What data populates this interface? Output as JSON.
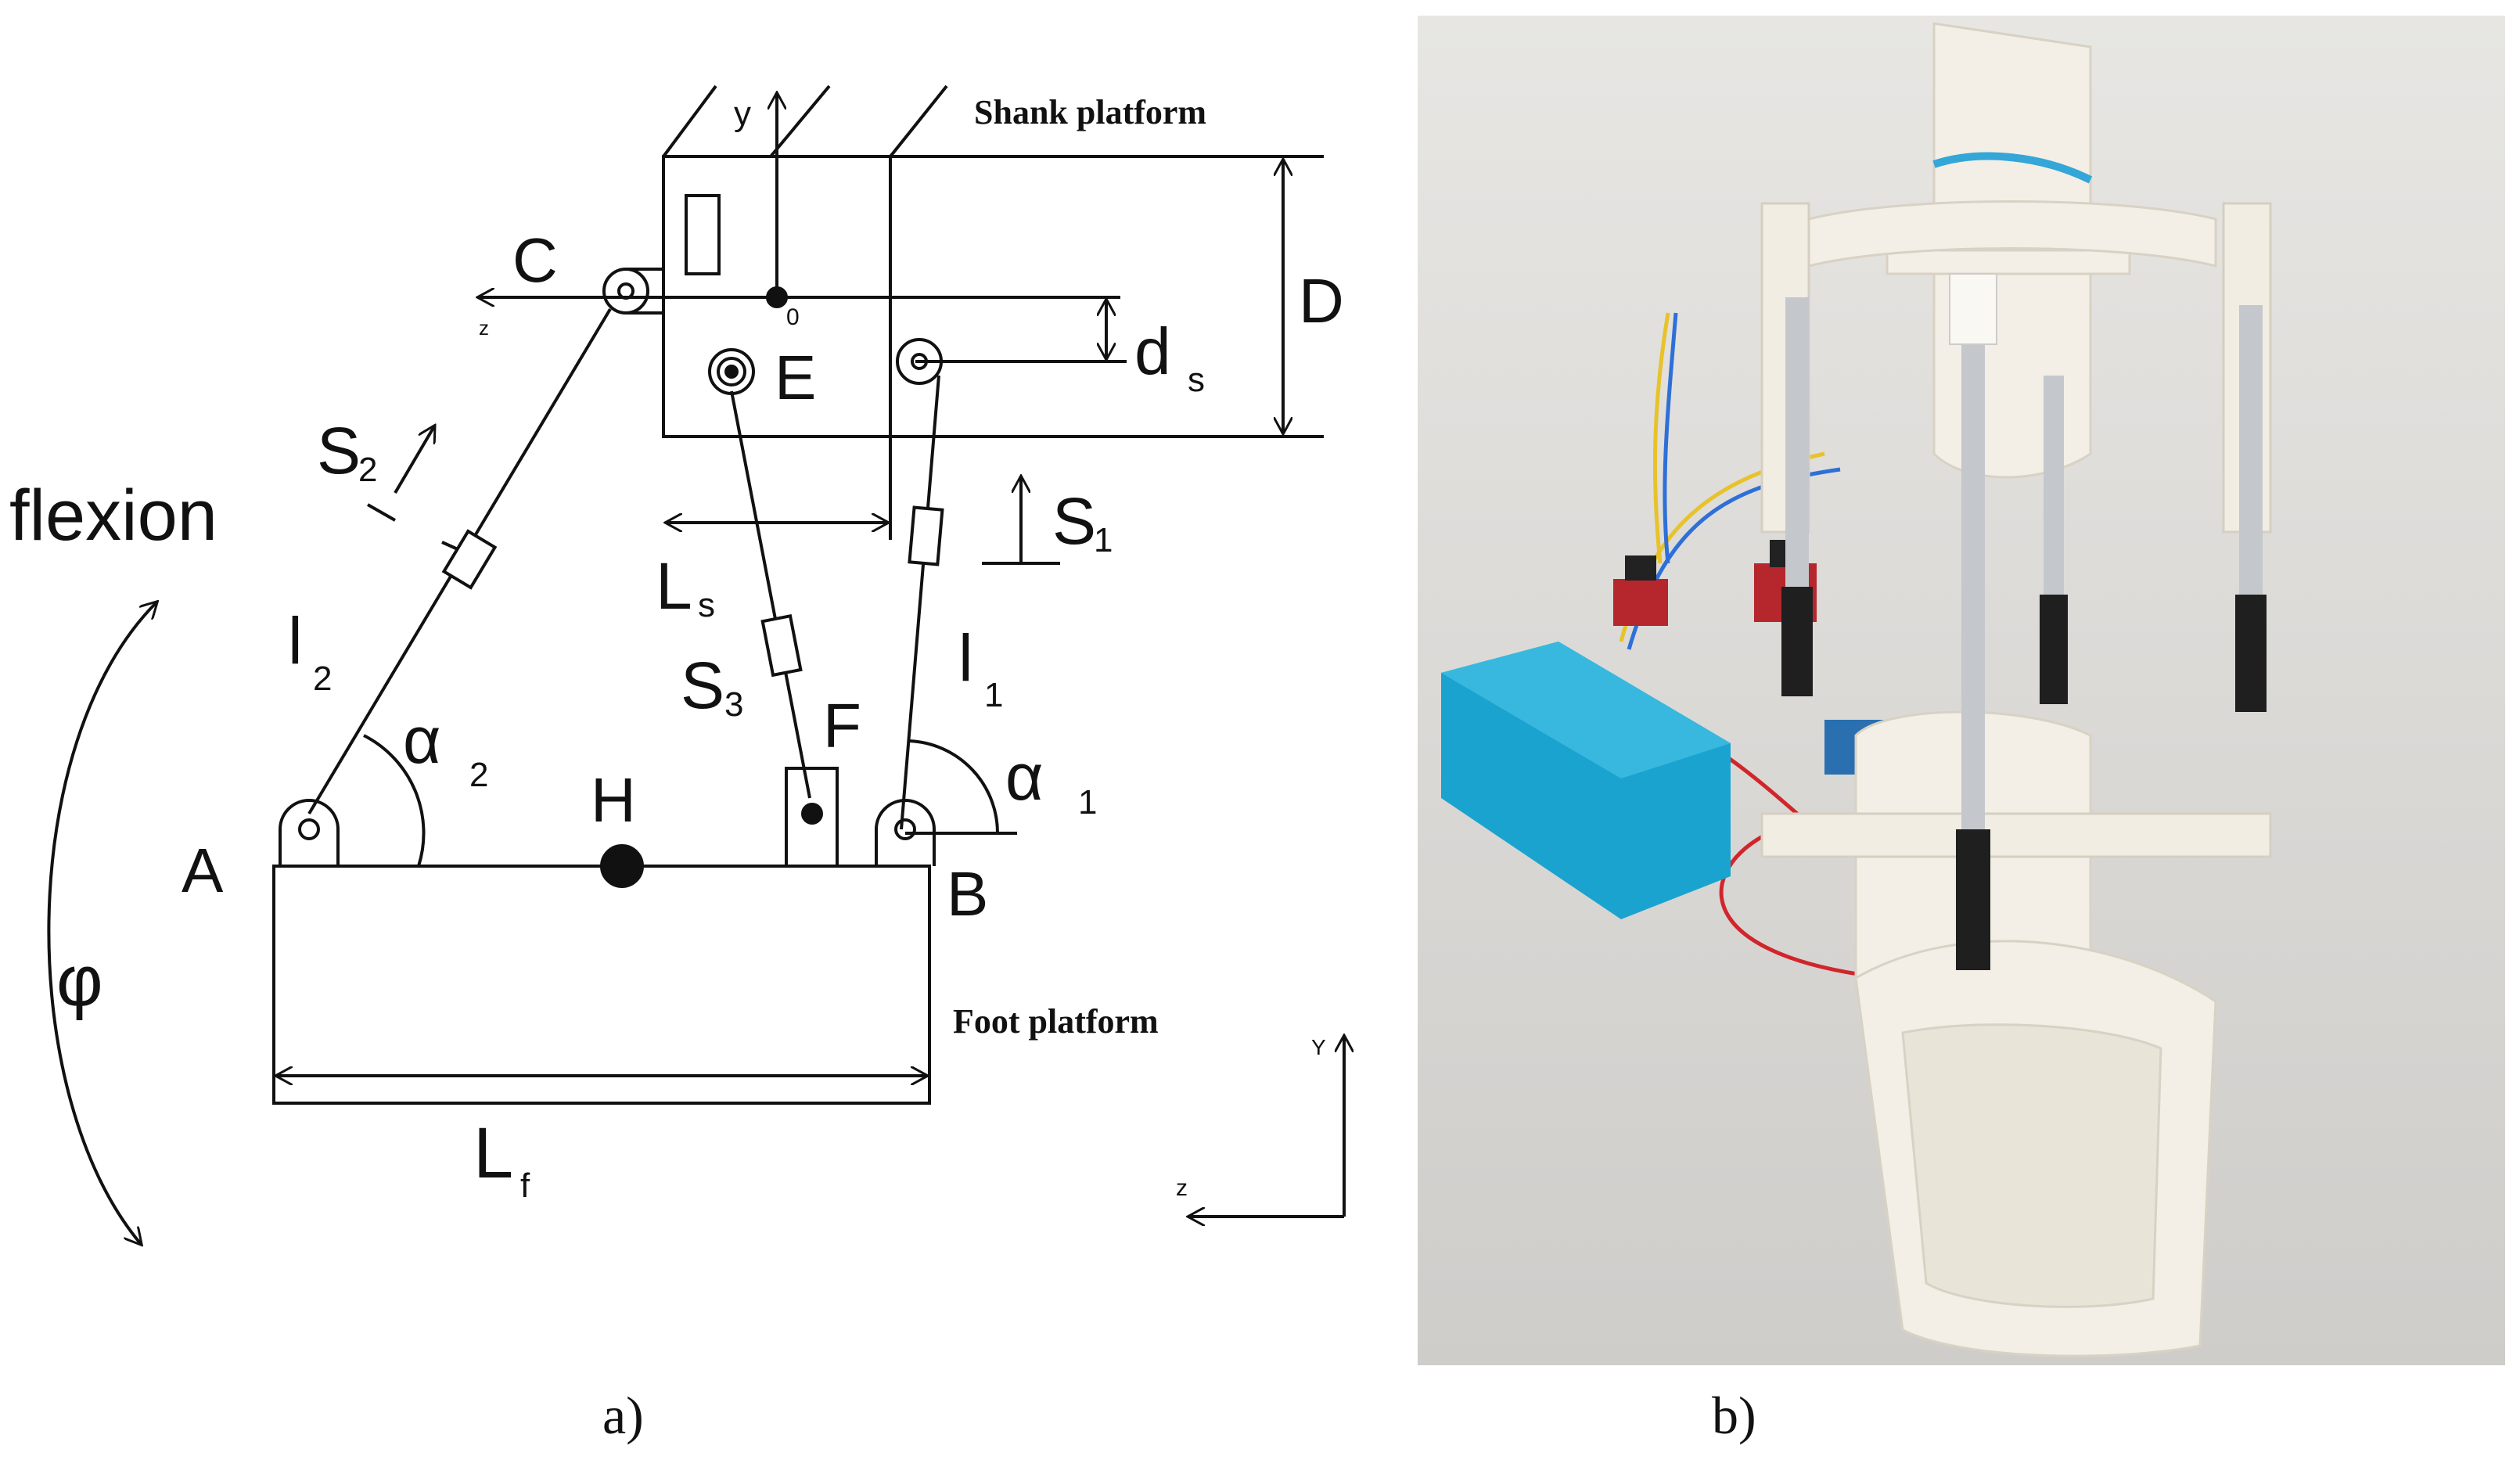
{
  "diagram": {
    "labels": {
      "shank_platform": "Shank platform",
      "foot_platform": "Foot platform",
      "flexion": "flexion",
      "phi": "φ",
      "A": "A",
      "B": "B",
      "C": "C",
      "D": "D",
      "E": "E",
      "F": "F",
      "H": "H",
      "y_top": "y",
      "z_top": "z",
      "origin": "0",
      "ds_main": "d",
      "ds_sub": "s",
      "S1_main": "S",
      "S1_sub": "1",
      "S2_main": "S",
      "S2_sub": "2",
      "S3_main": "S",
      "S3_sub": "3",
      "l1_main": "l",
      "l1_sub": "1",
      "l2_main": "l",
      "l2_sub": "2",
      "alpha1_main": "α",
      "alpha1_sub": "1",
      "alpha2_main": "α",
      "alpha2_sub": "2",
      "Ls_main": "L",
      "Ls_sub": "s",
      "Lf_main": "L",
      "Lf_sub": "f",
      "axis_Y": "Y",
      "axis_z": "z"
    }
  },
  "photo": {
    "colors": {
      "background": "#dedcd9",
      "orthosis": "#f3efe6",
      "battery": "#1ba3cf",
      "actuator": "#c4c7cb",
      "motor": "#1f1f1f",
      "board": "#b5272d",
      "wire_red": "#d0262b",
      "wire_blue": "#2e6fd8",
      "wire_yellow": "#e8c22a"
    }
  },
  "captions": {
    "a": "a)",
    "b": "b)"
  }
}
